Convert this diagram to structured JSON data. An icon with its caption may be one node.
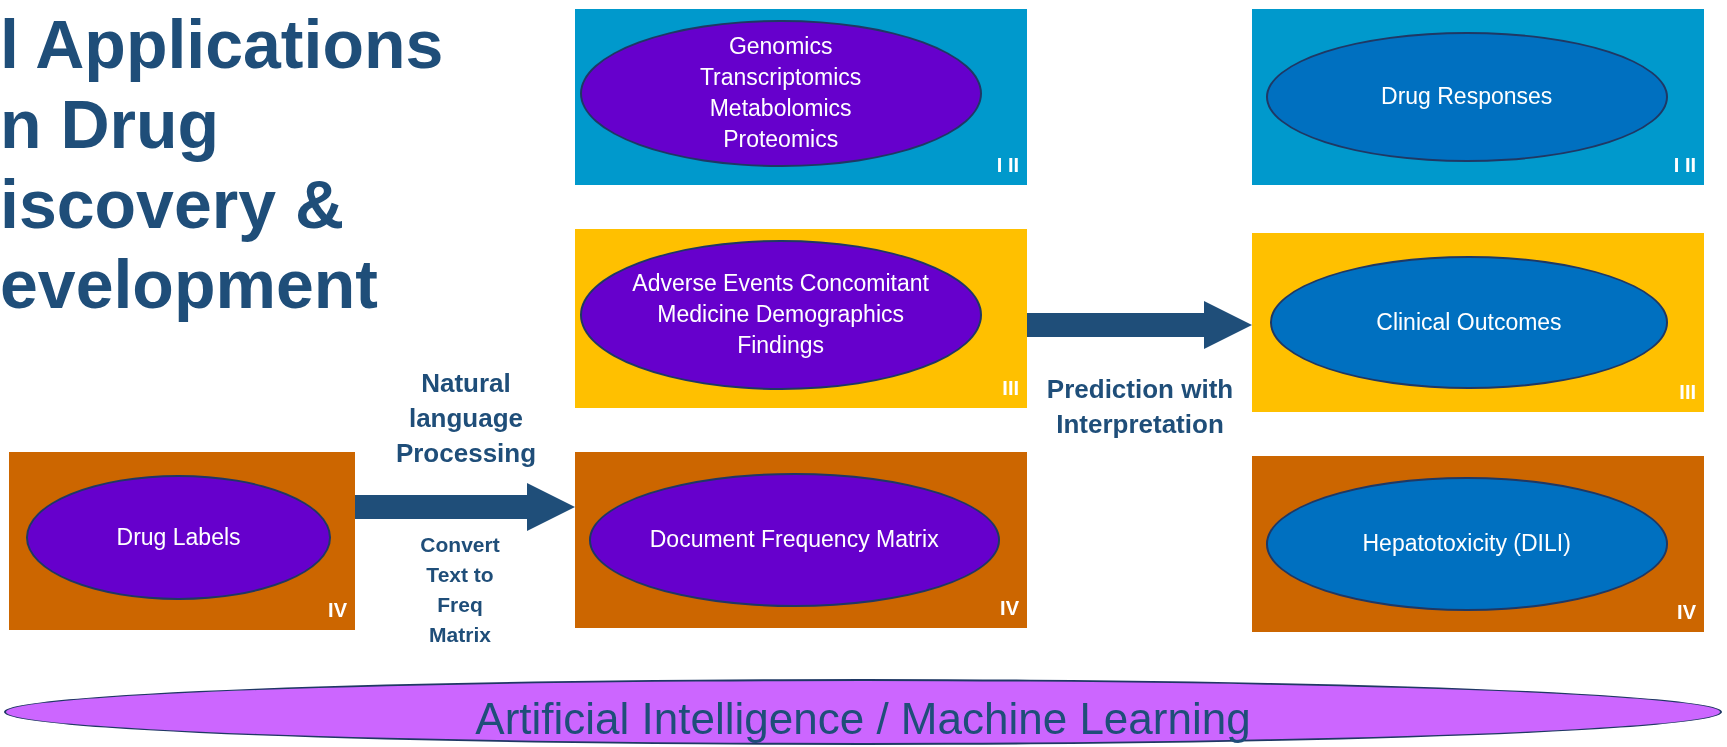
{
  "diagram": {
    "title": "l Applications n Drug iscovery & evelopment",
    "nodes": [
      {
        "text": [
          "I II"
        ]
      },
      {
        "text": [
          "Genomics Transcriptomics Metabolomics Proteomics"
        ],
        "in": 0
      },
      {
        "text": [
          "I II"
        ]
      },
      {
        "text": [
          "Drug Responses"
        ],
        "in": 2
      },
      {
        "text": [
          "III"
        ]
      },
      {
        "text": [
          "Adverse Events Concomitant Medicine Demographics Findings"
        ],
        "in": 4
      },
      {
        "text": [
          "III"
        ]
      },
      {
        "text": [
          "Clinical Outcomes"
        ],
        "in": 6
      },
      {
        "text": [
          "IV"
        ]
      },
      {
        "text": [
          "Drug Labels"
        ],
        "in": 8
      },
      {
        "text": [
          "IV"
        ]
      },
      {
        "text": [
          "Document Frequency Matrix"
        ],
        "in": 10
      },
      {
        "text": [
          "IV"
        ]
      },
      {
        "text": [
          "Hepatotoxicity (DILI)"
        ],
        "in": 12
      },
      {
        "text": [
          "Artificial Intelligence / Machine Learning"
        ]
      }
    ],
    "edges": [
      {
        "from": 8,
        "to": 10,
        "arrow": "to",
        "label": "Natural language Processing"
      },
      {
        "from": 4,
        "to": 6,
        "arrow": "to",
        "label": "Prediction with Interpretation"
      }
    ],
    "labels": [
      "Convert Text to Freq Matrix"
    ]
  }
}
